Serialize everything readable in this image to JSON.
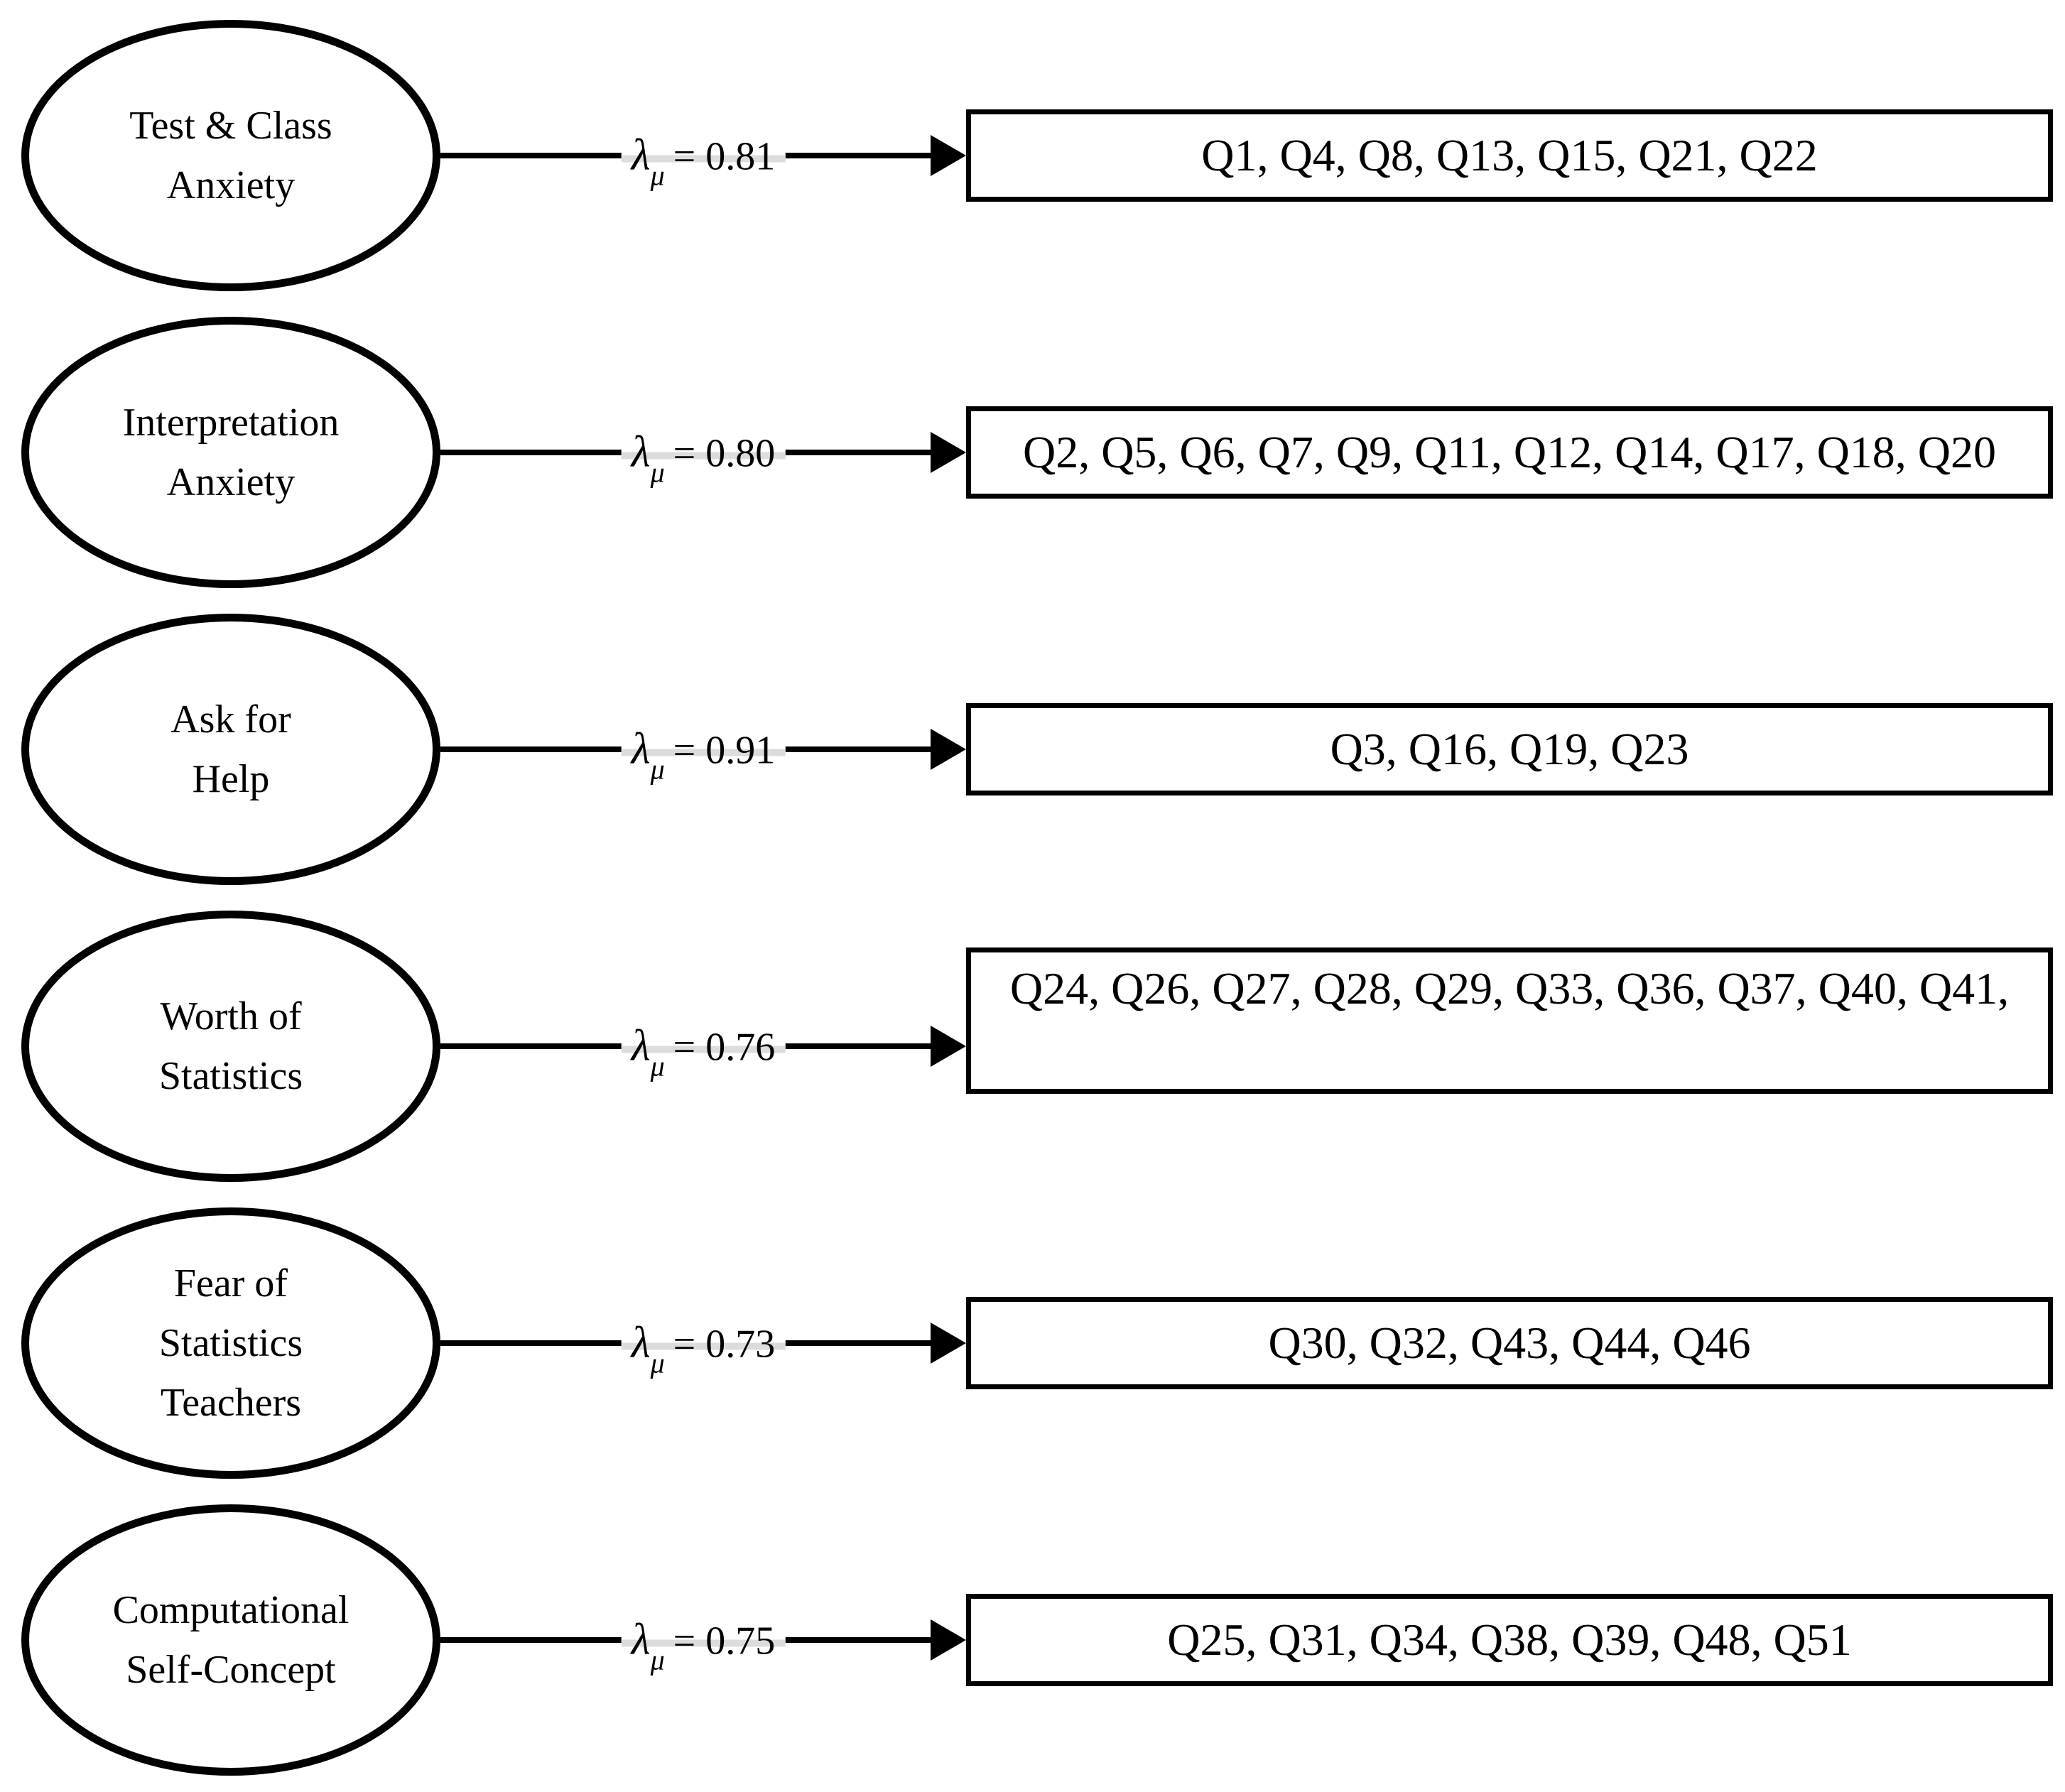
{
  "colors": {
    "ink": "#000000",
    "label_band": "#dcdcdc",
    "background": "#ffffff"
  },
  "diagram": {
    "rows": [
      {
        "factor": "Test & Class\nAnxiety",
        "lambda_symbol": "λ",
        "lambda_sub": "μ",
        "lambda_value": "= 0.81",
        "items": "Q1, Q4, Q8, Q13, Q15, Q21, Q22"
      },
      {
        "factor": "Interpretation\nAnxiety",
        "lambda_symbol": "λ",
        "lambda_sub": "μ",
        "lambda_value": "= 0.80",
        "items": "Q2, Q5, Q6, Q7, Q9, Q11, Q12, Q14, Q17, Q18, Q20"
      },
      {
        "factor": "Ask for\nHelp",
        "lambda_symbol": "λ",
        "lambda_sub": "μ",
        "lambda_value": "= 0.91",
        "items": "Q3, Q16, Q19, Q23"
      },
      {
        "factor": "Worth of\nStatistics",
        "lambda_symbol": "λ",
        "lambda_sub": "μ",
        "lambda_value": "= 0.76",
        "items": "Q24, Q26, Q27, Q28, Q29, Q33, Q36, Q37, Q40, Q41,"
      },
      {
        "factor": "Fear of\nStatistics\nTeachers",
        "lambda_symbol": "λ",
        "lambda_sub": "μ",
        "lambda_value": "= 0.73",
        "items": "Q30, Q32, Q43, Q44, Q46"
      },
      {
        "factor": "Computational\nSelf-Concept",
        "lambda_symbol": "λ",
        "lambda_sub": "μ",
        "lambda_value": "= 0.75",
        "items": "Q25, Q31, Q34, Q38, Q39, Q48, Q51"
      }
    ]
  }
}
